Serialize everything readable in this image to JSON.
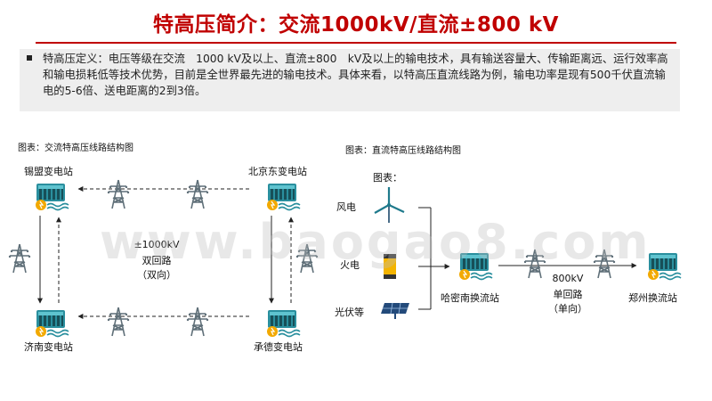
{
  "title": "特高压简介：交流1000kV/直流±800 kV",
  "definition": "特高压定义：电压等级在交流　1000 kV及以上、直流±800　kV及以上的输电技术，具有输送容量大、传输距离远、运行效率高和输电损耗低等技术优势，目前是全世界最先进的输电技术。具体来看，以特高压直流线路为例，输电功率是现有500千伏直流输电的5-6倍、送电距离的2到3倍。",
  "ac_diagram": {
    "caption": "图表：交流特高压线路结构图",
    "stations": {
      "top_left": "锡盟变电站",
      "top_right": "北京东变电站",
      "bottom_left": "济南变电站",
      "bottom_right": "承德变电站"
    },
    "center_label": [
      "±1000kV",
      "双回路",
      "（双向）"
    ]
  },
  "dc_diagram": {
    "caption": "图表：直流特高压线路结构图",
    "legend_title": "图表：",
    "sources": [
      "风电",
      "火电",
      "光伏等"
    ],
    "converter_station": "哈密南换流站",
    "line_label": [
      "800kV",
      "单回路",
      "（单向）"
    ],
    "destination_station": "郑州换流站"
  },
  "watermark": "www.baogao8.com",
  "colors": {
    "title": "#c00000",
    "station_teal": "#1f9aa8",
    "tower": "#5f6f78",
    "box": "#eeeeee"
  },
  "icons": [
    "substation-icon",
    "transmission-tower-icon",
    "wind-turbine-icon",
    "thermal-plant-icon",
    "solar-panel-icon"
  ]
}
